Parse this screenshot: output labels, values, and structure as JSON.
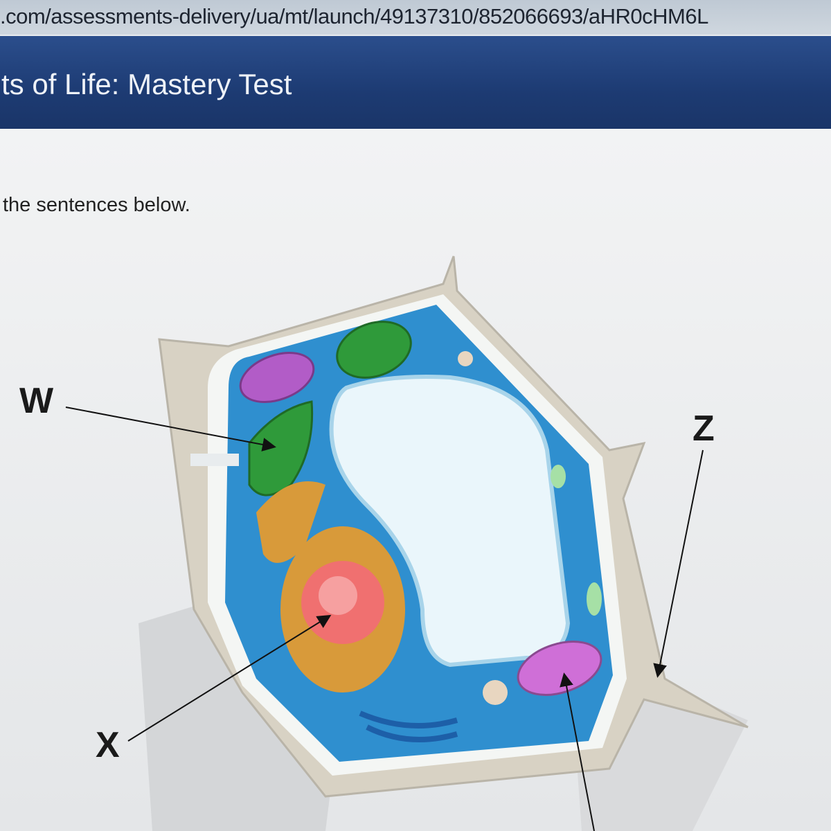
{
  "browser": {
    "url": ".com/assessments-delivery/ua/mt/launch/49137310/852066693/aHR0cHM6L"
  },
  "header": {
    "title": "ts of Life: Mastery Test"
  },
  "question": {
    "instruction": "the sentences below."
  },
  "diagram": {
    "labels": {
      "w": "W",
      "x": "X",
      "z": "Z"
    },
    "colors": {
      "cytoplasm": "#2f8fcf",
      "vacuole": "#eaf6fb",
      "chloroplast": "#2f9a3a",
      "mitochondria": "#b25cc7",
      "nucleus": "#f07070",
      "golgi": "#d89a3a"
    }
  }
}
